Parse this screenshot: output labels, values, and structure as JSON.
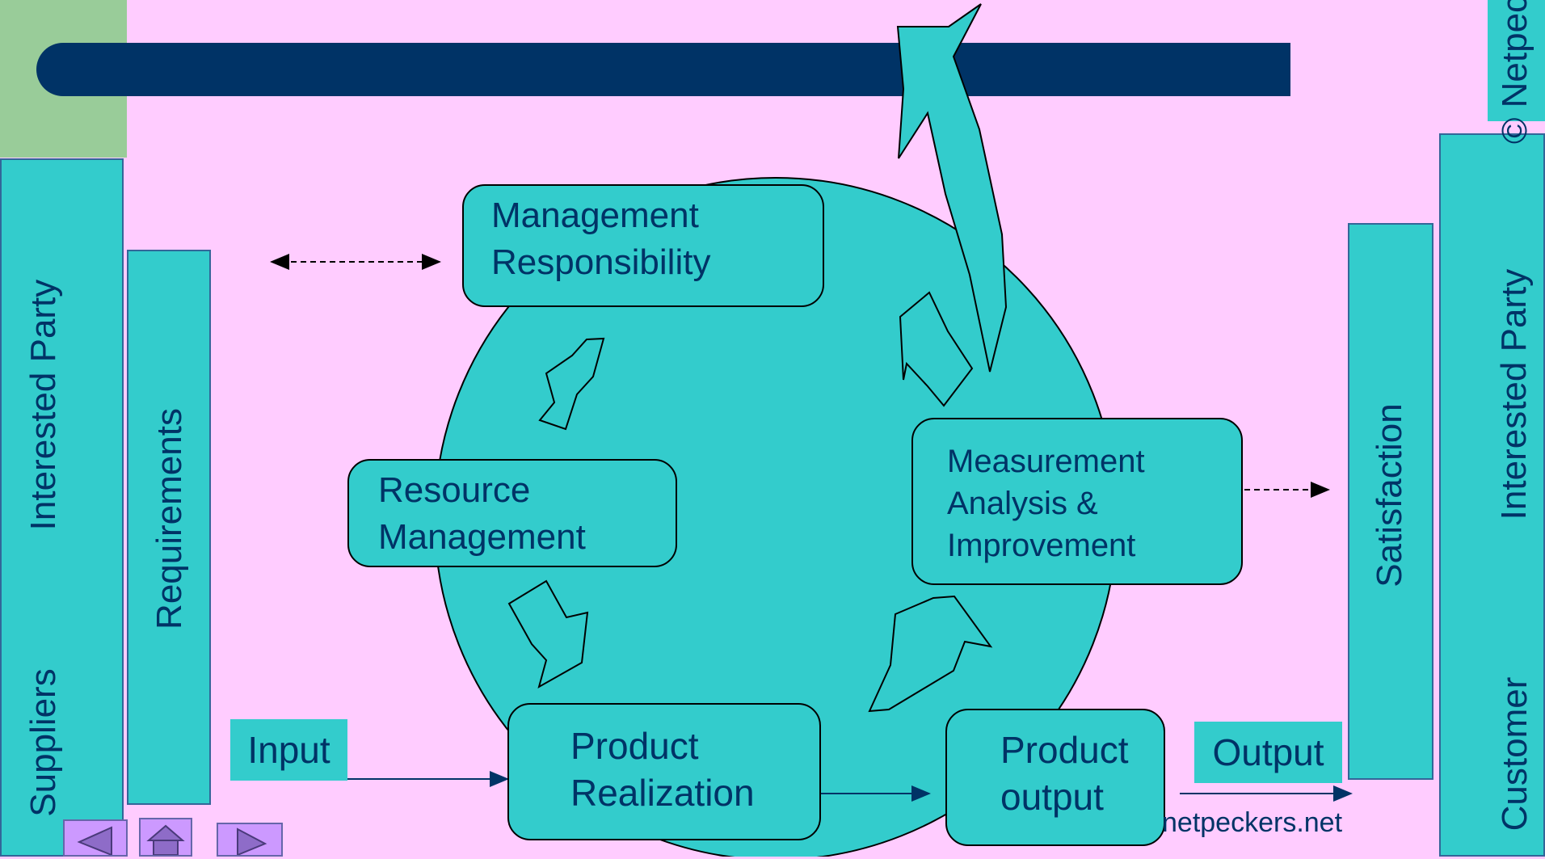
{
  "left_bar": {
    "interested_party": "Interested Party",
    "suppliers": "Suppliers",
    "requirements": "Requirements"
  },
  "right_bar": {
    "copyright": "© Netpeckers",
    "interested_party": "Interested Party",
    "customer": "Customer",
    "satisfaction": "Satisfaction"
  },
  "boxes": {
    "management": [
      "Management",
      "Responsibility"
    ],
    "resource": [
      "Resource",
      "Management"
    ],
    "measurement": [
      "Measurement",
      "Analysis &",
      "Improvement"
    ],
    "product_realization": [
      "Product",
      "Realization"
    ],
    "product_output": [
      "Product",
      "output"
    ]
  },
  "labels": {
    "input": "Input",
    "output": "Output",
    "website": "netpeckers.net"
  },
  "colors": {
    "background": "#ffccff",
    "teal": "#33cccc",
    "navy": "#003366",
    "green": "#99cc99",
    "nav_button": "#cc99ff"
  },
  "nav": {
    "prev_icon": "triangle-left-icon",
    "home_icon": "home-icon",
    "next_icon": "triangle-right-icon"
  }
}
